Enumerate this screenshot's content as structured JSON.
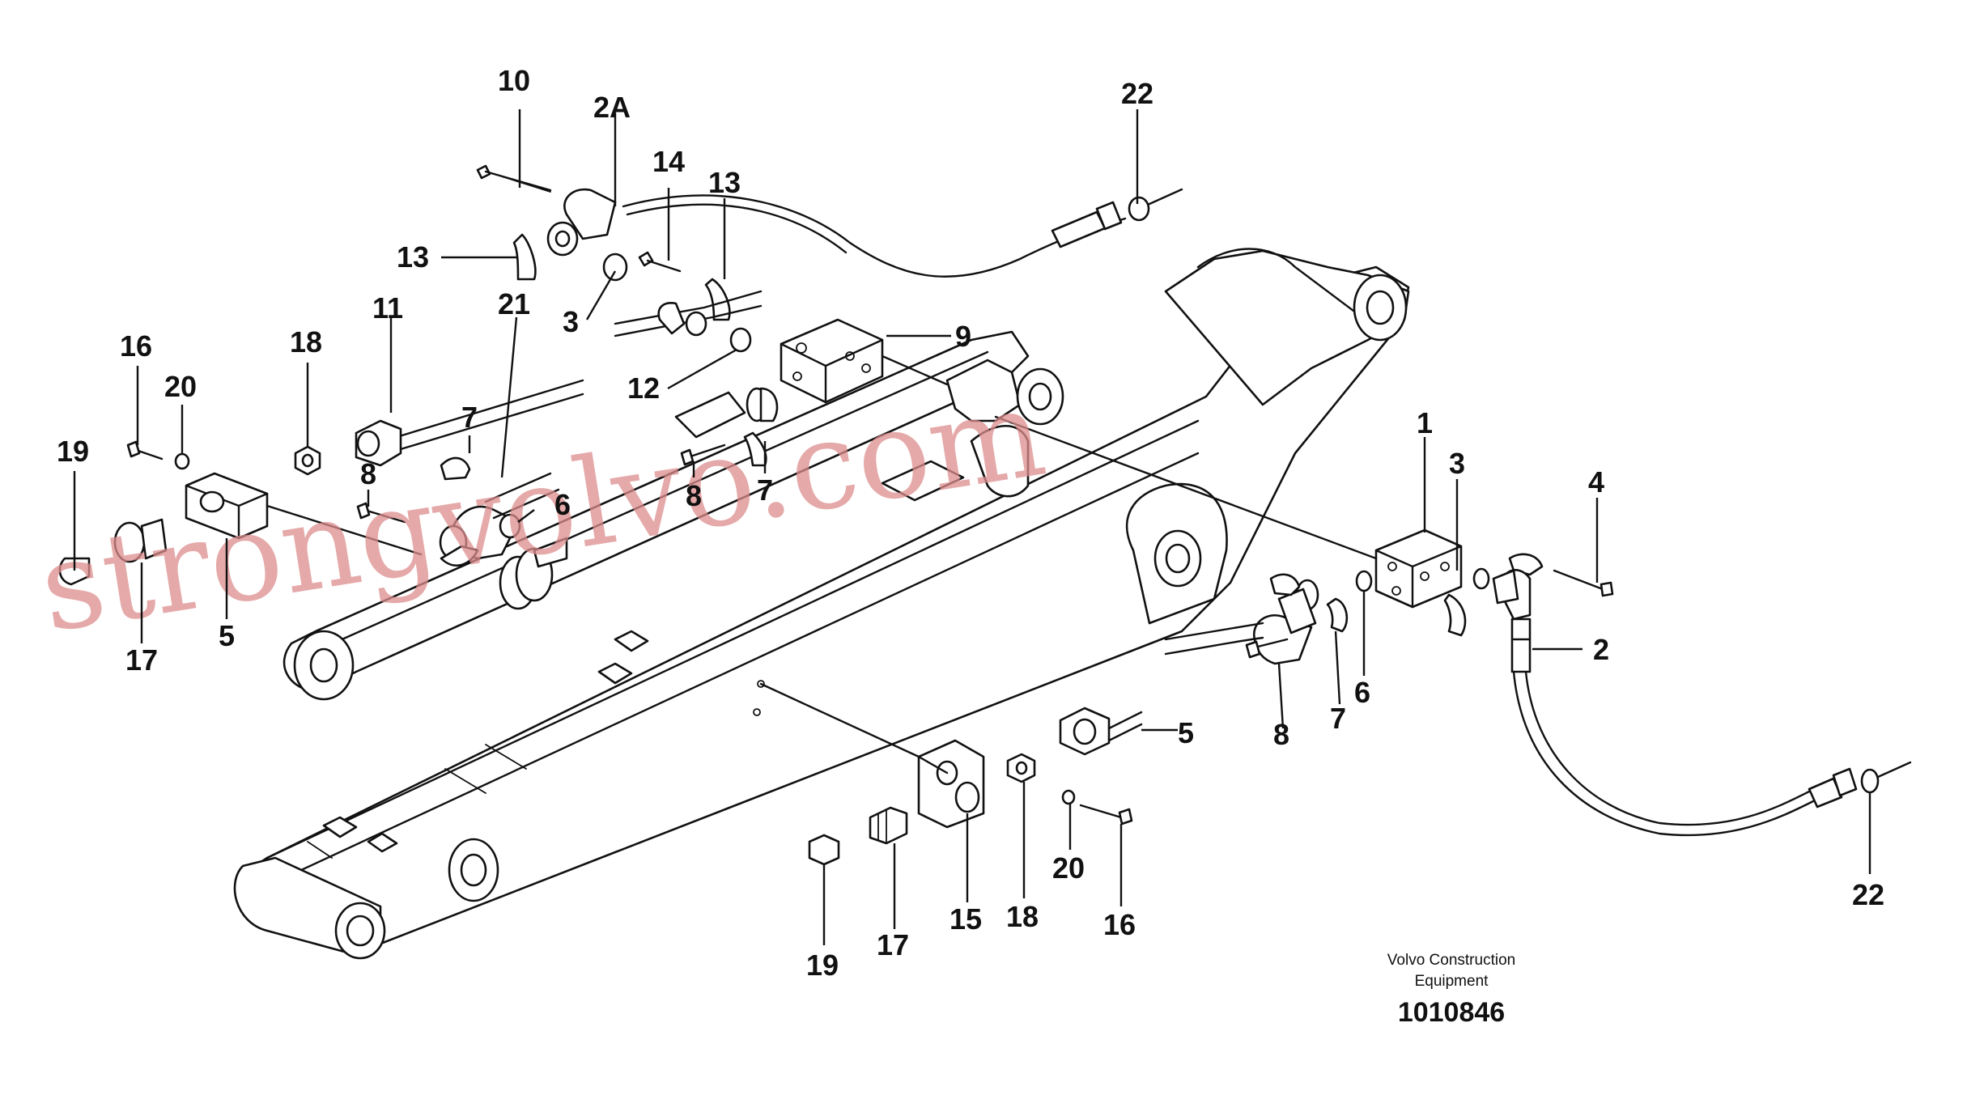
{
  "drawing": {
    "callouts": [
      {
        "id": "c-10",
        "text": "10"
      },
      {
        "id": "c-2a",
        "text": "2A"
      },
      {
        "id": "c-14",
        "text": "14"
      },
      {
        "id": "c-13a",
        "text": "13"
      },
      {
        "id": "c-13b",
        "text": "13"
      },
      {
        "id": "c-22a",
        "text": "22"
      },
      {
        "id": "c-21",
        "text": "21"
      },
      {
        "id": "c-3a",
        "text": "3"
      },
      {
        "id": "c-9",
        "text": "9"
      },
      {
        "id": "c-11",
        "text": "11"
      },
      {
        "id": "c-18a",
        "text": "18"
      },
      {
        "id": "c-16a",
        "text": "16"
      },
      {
        "id": "c-20a",
        "text": "20"
      },
      {
        "id": "c-12",
        "text": "12"
      },
      {
        "id": "c-7a",
        "text": "7"
      },
      {
        "id": "c-19a",
        "text": "19"
      },
      {
        "id": "c-8a",
        "text": "8"
      },
      {
        "id": "c-8b",
        "text": "8"
      },
      {
        "id": "c-7b",
        "text": "7"
      },
      {
        "id": "c-6a",
        "text": "6"
      },
      {
        "id": "c-17a",
        "text": "17"
      },
      {
        "id": "c-5a",
        "text": "5"
      },
      {
        "id": "c-1",
        "text": "1"
      },
      {
        "id": "c-3b",
        "text": "3"
      },
      {
        "id": "c-4",
        "text": "4"
      },
      {
        "id": "c-2",
        "text": "2"
      },
      {
        "id": "c-6b",
        "text": "6"
      },
      {
        "id": "c-7c",
        "text": "7"
      },
      {
        "id": "c-8c",
        "text": "8"
      },
      {
        "id": "c-5b",
        "text": "5"
      },
      {
        "id": "c-22b",
        "text": "22"
      },
      {
        "id": "c-20b",
        "text": "20"
      },
      {
        "id": "c-16b",
        "text": "16"
      },
      {
        "id": "c-18b",
        "text": "18"
      },
      {
        "id": "c-15",
        "text": "15"
      },
      {
        "id": "c-17b",
        "text": "17"
      },
      {
        "id": "c-19b",
        "text": "19"
      }
    ],
    "caption_line1": "Volvo Construction",
    "caption_line2": "Equipment",
    "drawing_number": "1010846",
    "watermark": "strongvolvo.com"
  },
  "colors": {
    "ink": "#111111",
    "watermark": "#dc8c8c",
    "background": "#ffffff"
  }
}
